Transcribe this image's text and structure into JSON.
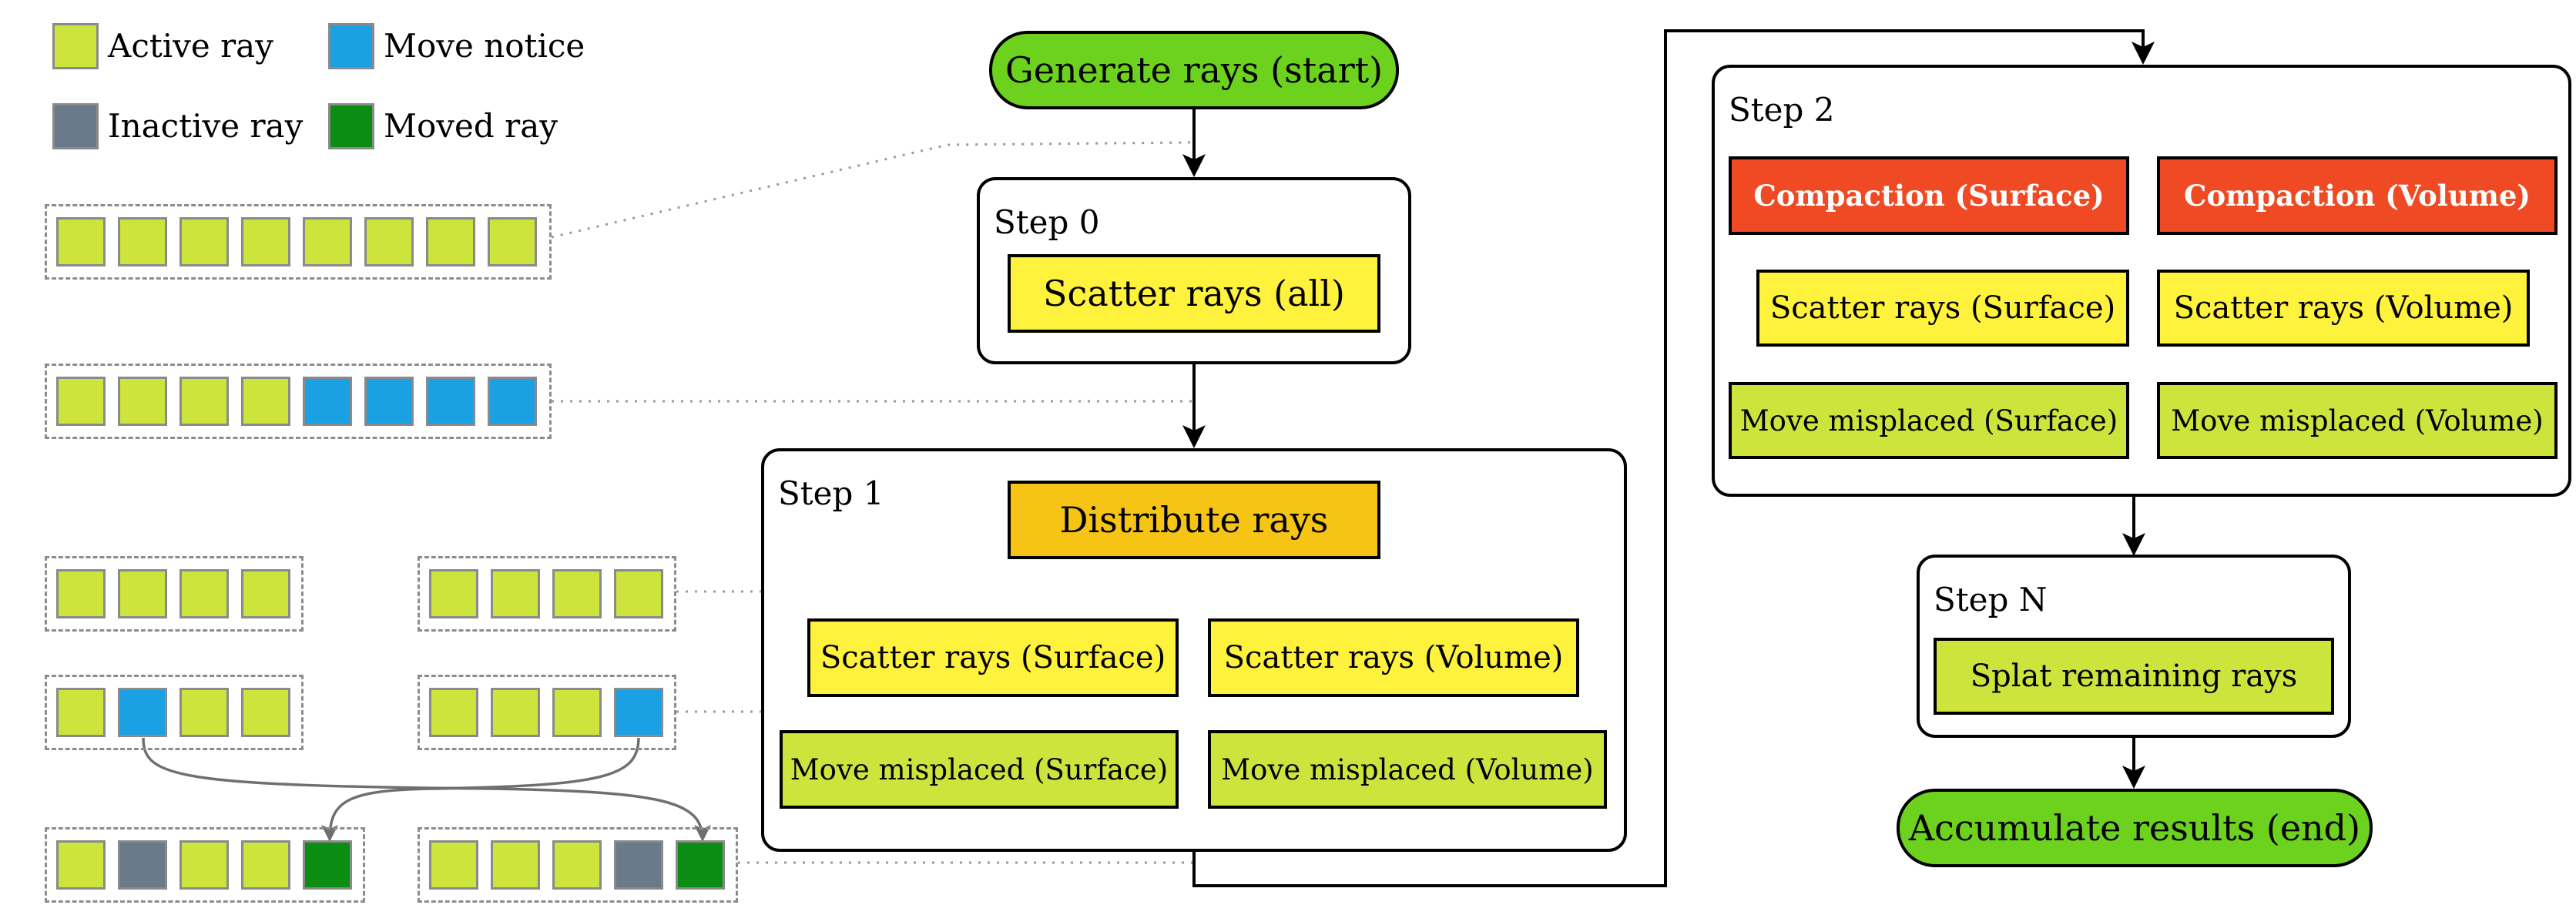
{
  "colors": {
    "active": "#cde43c",
    "inactive": "#6a7a8a",
    "move_notice": "#1aa1e3",
    "moved": "#0b8c12",
    "start_end": "#6cd21e",
    "scatter": "#fff23c",
    "distribute": "#f5c414",
    "move_misplaced": "#cde43c",
    "compaction": "#f04a25",
    "splat": "#cde43c"
  },
  "legend": [
    {
      "label": "Active ray",
      "color_key": "active"
    },
    {
      "label": "Move notice",
      "color_key": "move_notice"
    },
    {
      "label": "Inactive ray",
      "color_key": "inactive"
    },
    {
      "label": "Moved ray",
      "color_key": "moved"
    }
  ],
  "strips": [
    {
      "cells": [
        "active",
        "active",
        "active",
        "active",
        "active",
        "active",
        "active",
        "active"
      ]
    },
    {
      "cells": [
        "active",
        "active",
        "active",
        "active",
        "move_notice",
        "move_notice",
        "move_notice",
        "move_notice"
      ]
    },
    {
      "cells": [
        "active",
        "active",
        "active",
        "active"
      ]
    },
    {
      "cells": [
        "active",
        "active",
        "active",
        "active"
      ]
    },
    {
      "cells": [
        "active",
        "move_notice",
        "active",
        "active"
      ]
    },
    {
      "cells": [
        "active",
        "active",
        "active",
        "move_notice"
      ]
    },
    {
      "cells": [
        "active",
        "inactive",
        "active",
        "active",
        "moved"
      ]
    },
    {
      "cells": [
        "active",
        "active",
        "active",
        "inactive",
        "moved"
      ]
    }
  ],
  "flow": {
    "start": "Generate rays (start)",
    "step0": {
      "label": "Step 0",
      "scatter": "Scatter rays (all)"
    },
    "step1": {
      "label": "Step 1",
      "distribute": "Distribute rays",
      "scatter_surface": "Scatter rays (Surface)",
      "scatter_volume": "Scatter rays (Volume)",
      "move_surface": "Move misplaced (Surface)",
      "move_volume": "Move misplaced (Volume)"
    },
    "step2": {
      "label": "Step 2",
      "compact_surface": "Compaction (Surface)",
      "compact_volume": "Compaction (Volume)",
      "scatter_surface": "Scatter rays (Surface)",
      "scatter_volume": "Scatter rays (Volume)",
      "move_surface": "Move misplaced (Surface)",
      "move_volume": "Move misplaced (Volume)"
    },
    "stepN": {
      "label": "Step N",
      "splat": "Splat remaining rays"
    },
    "end": "Accumulate results (end)"
  }
}
